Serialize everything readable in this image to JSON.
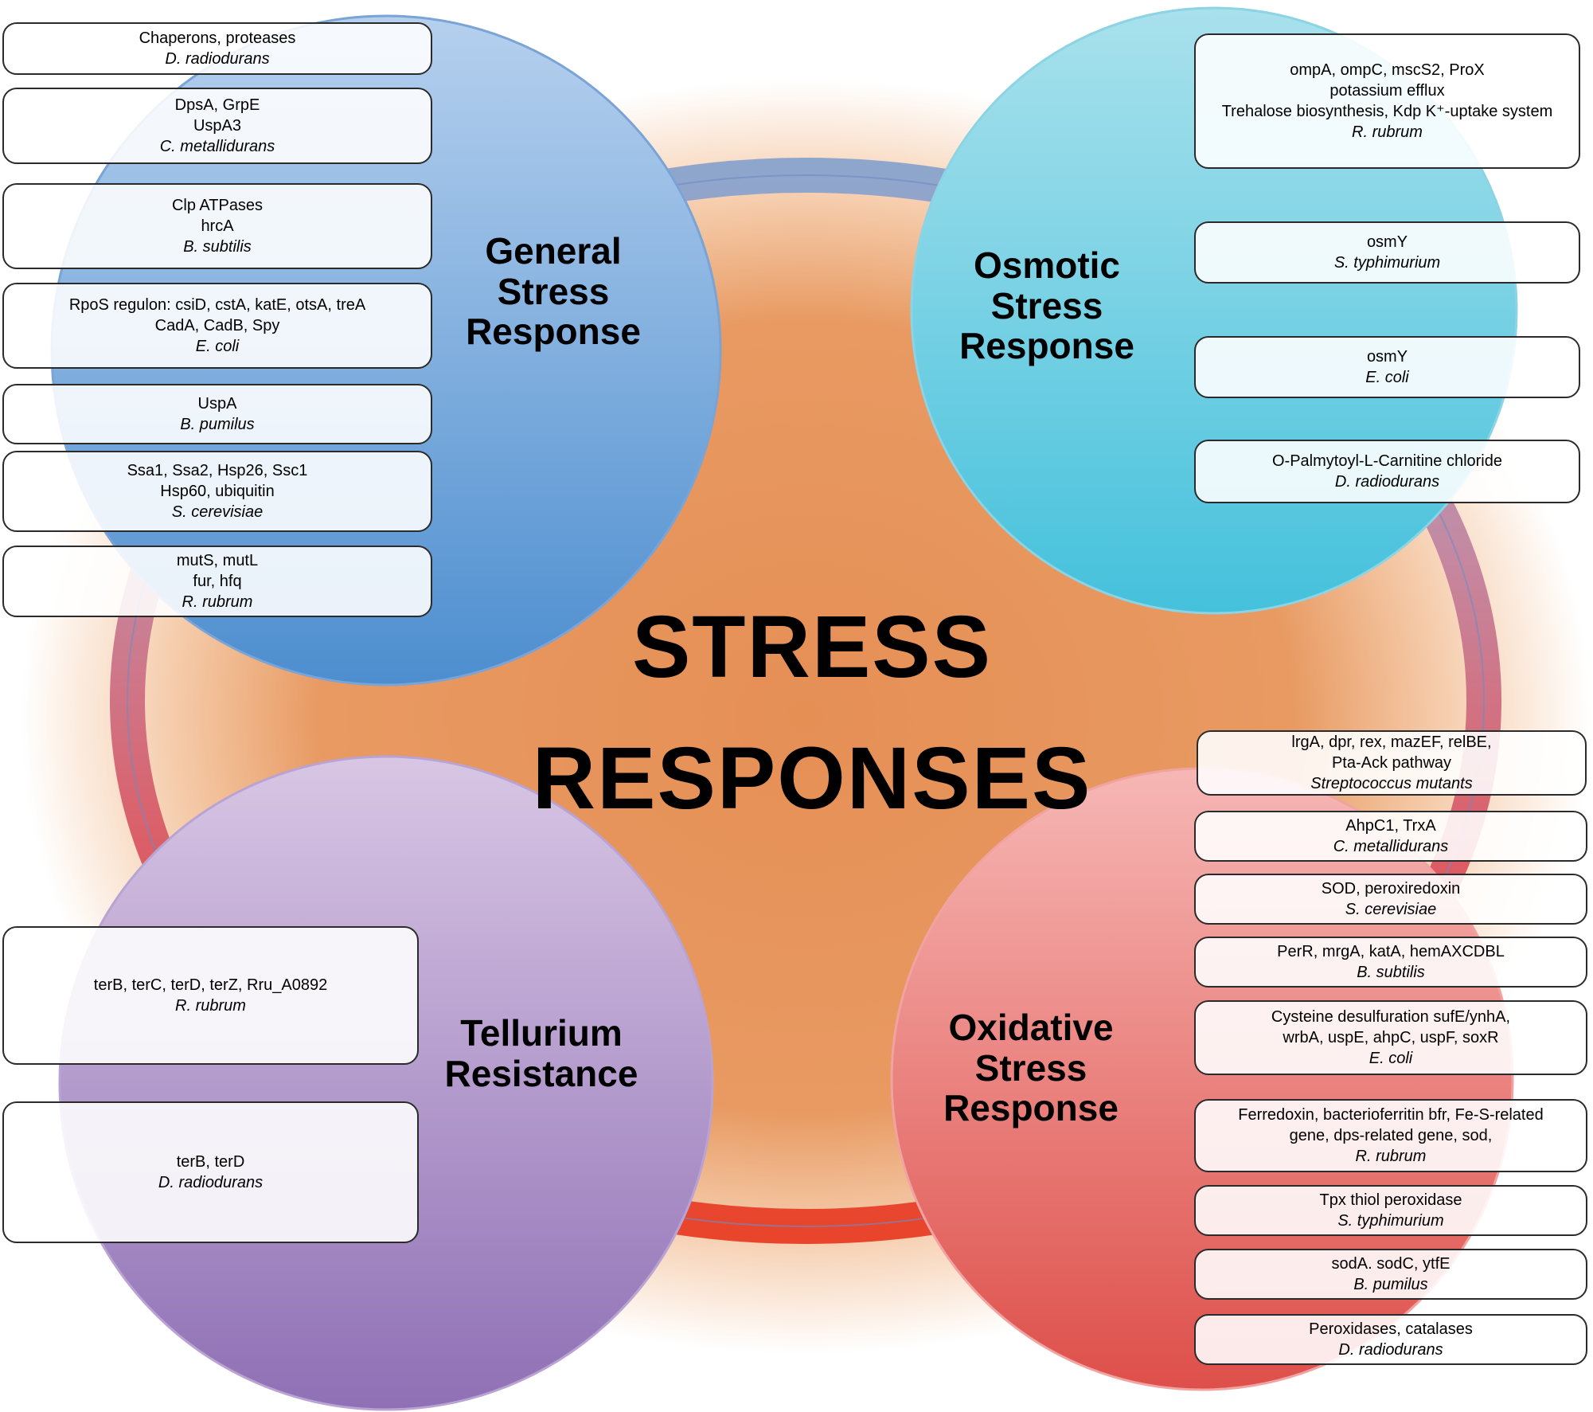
{
  "center_title": [
    "STRESS",
    "RESPONSES"
  ],
  "categories": {
    "general": [
      "General",
      "Stress",
      "Response"
    ],
    "osmotic": [
      "Osmotic",
      "Stress",
      "Response"
    ],
    "tellurium": [
      "Tellurium",
      "Resistance"
    ],
    "oxidative": [
      "Oxidative",
      "Stress",
      "Response"
    ]
  },
  "general_boxes": [
    {
      "lines": [
        "Chaperons, proteases"
      ],
      "organism": "D. radiodurans"
    },
    {
      "lines": [
        "DpsA, GrpE",
        "UspA3"
      ],
      "organism": "C. metallidurans"
    },
    {
      "lines": [
        "Clp ATPases",
        "hrcA"
      ],
      "organism": "B. subtilis"
    },
    {
      "lines": [
        "RpoS regulon: csiD, cstA, katE, otsA, treA",
        "CadA, CadB, Spy"
      ],
      "organism": "E. coli"
    },
    {
      "lines": [
        "UspA"
      ],
      "organism": "B. pumilus"
    },
    {
      "lines": [
        "Ssa1, Ssa2, Hsp26, Ssc1",
        "Hsp60, ubiquitin"
      ],
      "organism": "S. cerevisiae"
    },
    {
      "lines": [
        "mutS, mutL",
        "fur, hfq"
      ],
      "organism": "R. rubrum"
    }
  ],
  "osmotic_boxes": [
    {
      "lines": [
        "ompA, ompC, mscS2, ProX",
        "potassium efflux",
        "Trehalose biosynthesis, Kdp K⁺-uptake system"
      ],
      "organism": "R. rubrum"
    },
    {
      "lines": [
        "osmY"
      ],
      "organism": "S. typhimurium"
    },
    {
      "lines": [
        "osmY"
      ],
      "organism": "E. coli"
    },
    {
      "lines": [
        "O-Palmytoyl-L-Carnitine chloride"
      ],
      "organism": "D. radiodurans"
    }
  ],
  "tellurium_boxes": [
    {
      "lines": [
        "terB, terC, terD, terZ, Rru_A0892"
      ],
      "organism": "R. rubrum"
    },
    {
      "lines": [
        "terB, terD"
      ],
      "organism": "D. radiodurans"
    }
  ],
  "oxidative_boxes": [
    {
      "lines": [
        "lrgA, dpr, rex, mazEF, relBE,",
        "Pta-Ack pathway"
      ],
      "organism": "Streptococcus mutants"
    },
    {
      "lines": [
        "AhpC1, TrxA"
      ],
      "organism": "C. metallidurans"
    },
    {
      "lines": [
        "SOD, peroxiredoxin"
      ],
      "organism": "S. cerevisiae"
    },
    {
      "lines": [
        "PerR, mrgA, katA, hemAXCDBL"
      ],
      "organism": "B. subtilis"
    },
    {
      "lines": [
        "Cysteine desulfuration sufE/ynhA,",
        "wrbA, uspE, ahpC, uspF, soxR"
      ],
      "organism": "E. coli"
    },
    {
      "lines": [
        "Ferredoxin, bacterioferritin bfr, Fe-S-related",
        "gene, dps-related gene, sod,"
      ],
      "organism": "R. rubrum"
    },
    {
      "lines": [
        "Tpx thiol peroxidase"
      ],
      "organism": "S. typhimurium"
    },
    {
      "lines": [
        "sodA. sodC, ytfE"
      ],
      "organism": "B. pumilus"
    },
    {
      "lines": [
        "Peroxidases, catalases"
      ],
      "organism": "D. radiodurans"
    }
  ],
  "colors": {
    "center_fill": "#e8955a",
    "ring": "#d9534f",
    "general": "#5b9bd5",
    "osmotic": "#4fc3dc",
    "tellurium": "#9a7bbd",
    "oxidative": "#e5605a"
  }
}
